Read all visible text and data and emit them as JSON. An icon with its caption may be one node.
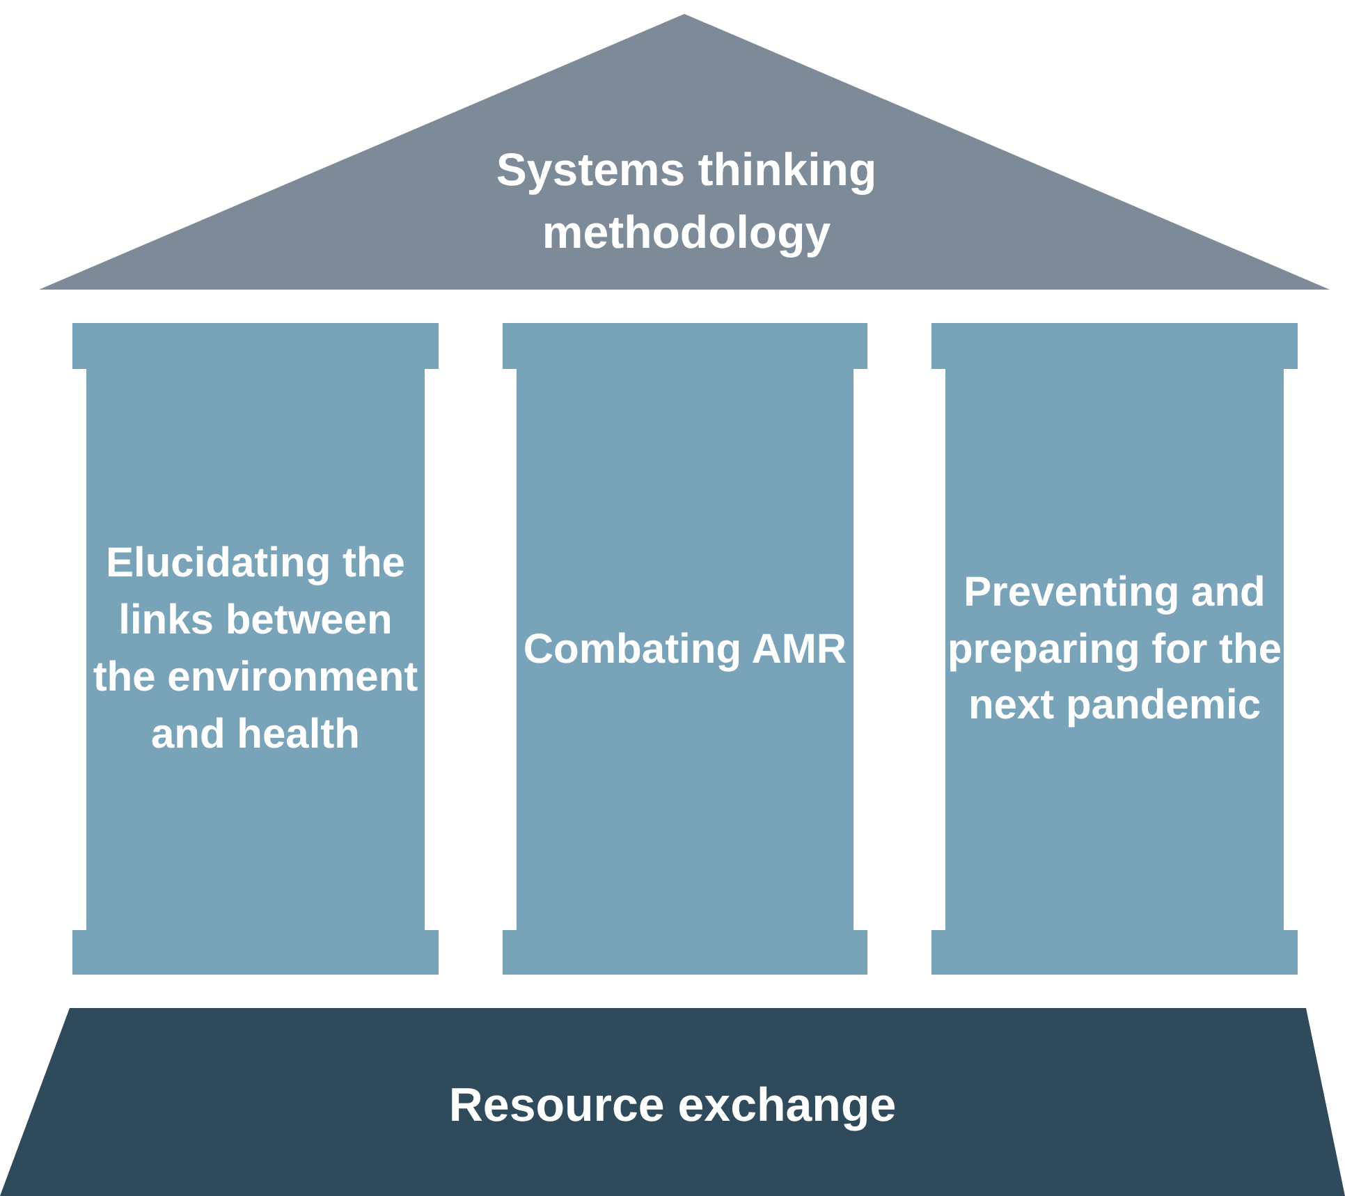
{
  "diagram": {
    "nodes": [
      {
        "text": [
          "Systems thinking methodology"
        ]
      },
      {
        "text": [
          "Elucidating the links between the environment and health"
        ]
      },
      {
        "text": [
          "Combating AMR"
        ]
      },
      {
        "text": [
          "Preventing and preparing for the next pandemic"
        ]
      },
      {
        "text": [
          "Resource exchange"
        ]
      }
    ]
  }
}
